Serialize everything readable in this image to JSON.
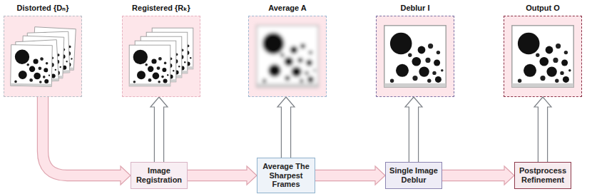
{
  "diagram": {
    "nodes": [
      {
        "text": [
          "Distorted {Dₙ}"
        ]
      },
      {
        "text": [
          "Registered {Rₖ}"
        ]
      },
      {
        "text": [
          "Average A"
        ]
      },
      {
        "text": [
          "Deblur I"
        ]
      },
      {
        "text": [
          "Output O"
        ]
      },
      {
        "text": [
          "Image Registration"
        ]
      },
      {
        "text": [
          "Average The Sharpest Frames"
        ]
      },
      {
        "text": [
          "Single Image Deblur"
        ]
      },
      {
        "text": [
          "Postprocess Refinement"
        ]
      }
    ],
    "edges": [
      {
        "from": 0,
        "to": 5,
        "arrow": "to"
      },
      {
        "from": 5,
        "to": 6,
        "arrow": "to"
      },
      {
        "from": 6,
        "to": 7,
        "arrow": "to"
      },
      {
        "from": 7,
        "to": 8,
        "arrow": "to"
      },
      {
        "from": 5,
        "to": 1,
        "arrow": "to"
      },
      {
        "from": 6,
        "to": 2,
        "arrow": "to"
      },
      {
        "from": 7,
        "to": 3,
        "arrow": "to"
      },
      {
        "from": 8,
        "to": 4,
        "arrow": "to"
      }
    ]
  }
}
